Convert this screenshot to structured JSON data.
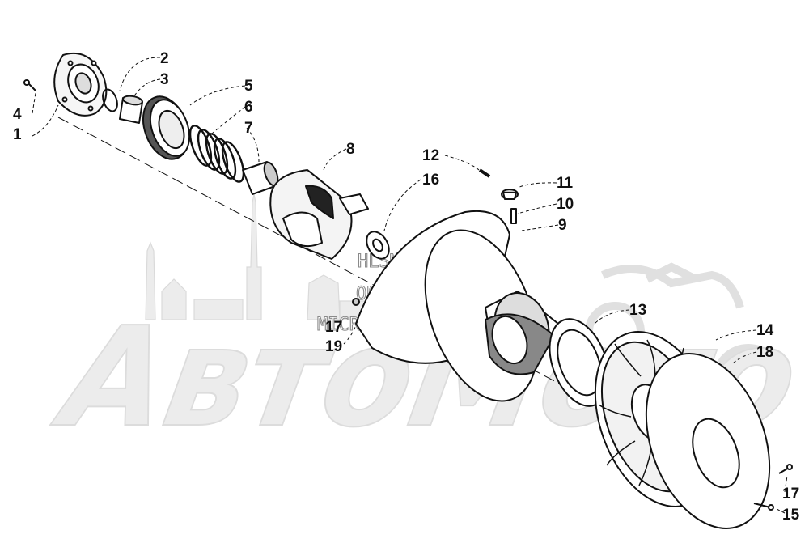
{
  "watermark": {
    "brand": "АвтоМото",
    "lines": [
      "HLSM'S",
      "ONLINE",
      "MICROFICHE"
    ]
  },
  "callouts": [
    "1",
    "2",
    "3",
    "4",
    "5",
    "6",
    "7",
    "8",
    "9",
    "10",
    "11",
    "12",
    "13",
    "14",
    "15",
    "16",
    "17",
    "17",
    "18",
    "19"
  ],
  "colors": {
    "line": "#111111",
    "watermark": "#e4e4e4",
    "part_fill": "#ffffff",
    "shade": "#9a9a9a"
  },
  "parts": [
    {
      "id": "1",
      "icon": "spider-cover-icon"
    },
    {
      "id": "2",
      "icon": "retaining-ring-icon"
    },
    {
      "id": "3",
      "icon": "bushing-icon"
    },
    {
      "id": "4",
      "icon": "screw-icon"
    },
    {
      "id": "5",
      "icon": "cover-bearing-icon"
    },
    {
      "id": "6",
      "icon": "spring-icon"
    },
    {
      "id": "7",
      "icon": "sleeve-icon"
    },
    {
      "id": "8",
      "icon": "cam-icon"
    },
    {
      "id": "9",
      "icon": "movable-sheave-icon"
    },
    {
      "id": "10",
      "icon": "pin-icon"
    },
    {
      "id": "11",
      "icon": "roller-icon"
    },
    {
      "id": "12",
      "icon": "roll-pin-icon"
    },
    {
      "id": "13",
      "icon": "washer-plate-icon"
    },
    {
      "id": "14",
      "icon": "fixed-sheave-icon"
    },
    {
      "id": "15",
      "icon": "bolt-icon"
    },
    {
      "id": "16",
      "icon": "washer-icon"
    },
    {
      "id": "17",
      "icon": "screw-icon"
    },
    {
      "id": "18",
      "icon": "face-plate-icon"
    },
    {
      "id": "19",
      "icon": "screw-icon"
    }
  ]
}
